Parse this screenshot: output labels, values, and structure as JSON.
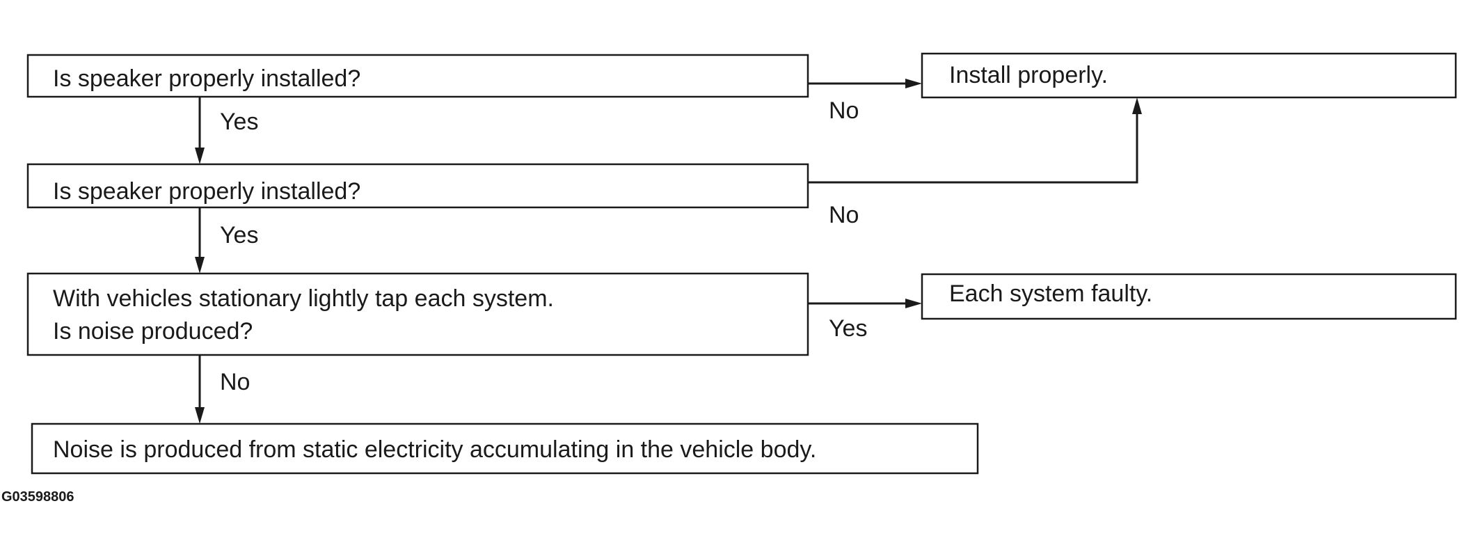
{
  "nodes": {
    "q1": {
      "lines": [
        "Is speaker properly installed?"
      ]
    },
    "q2": {
      "lines": [
        "Is speaker properly installed?"
      ]
    },
    "q3": {
      "lines": [
        "With vehicles stationary lightly tap each system.",
        "Is noise produced?"
      ]
    },
    "r_install": {
      "lines": [
        "Install properly."
      ]
    },
    "r_faulty": {
      "lines": [
        "Each system faulty."
      ]
    },
    "r_static": {
      "lines": [
        "Noise is produced from static electricity accumulating in the vehicle body."
      ]
    }
  },
  "edges": {
    "q1_to_install": {
      "label": "No"
    },
    "q1_to_q2": {
      "label": "Yes"
    },
    "q2_to_install": {
      "label": "No"
    },
    "q2_to_q3": {
      "label": "Yes"
    },
    "q3_to_faulty": {
      "label": "Yes"
    },
    "q3_to_static": {
      "label": "No"
    }
  },
  "figure_id": "G03598806"
}
